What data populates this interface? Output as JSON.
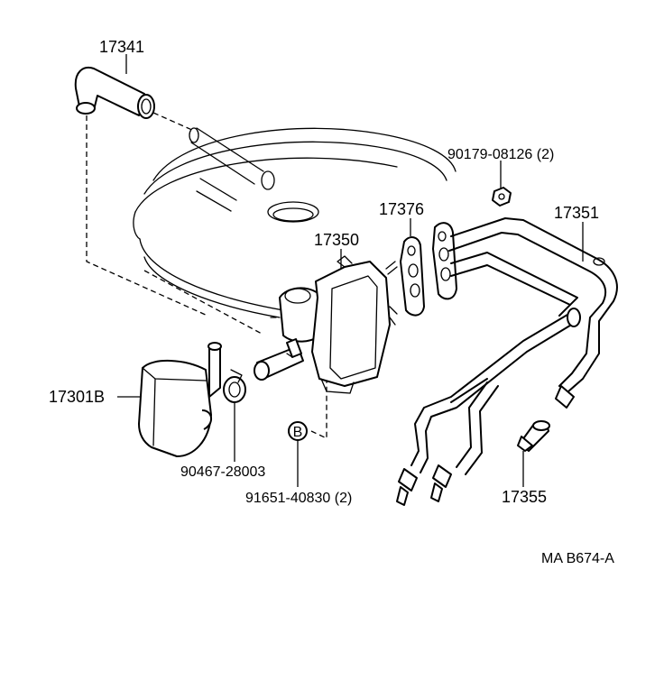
{
  "labels": {
    "p17341": "17341",
    "p90179": "90179-08126 (2)",
    "p17376": "17376",
    "p17351": "17351",
    "p17350": "17350",
    "p17301b": "17301B",
    "p90467": "90467-28003",
    "p91651": "91651-40830 (2)",
    "p17355": "17355",
    "ref_b": "B",
    "drawing_code": "MA B674-A"
  }
}
